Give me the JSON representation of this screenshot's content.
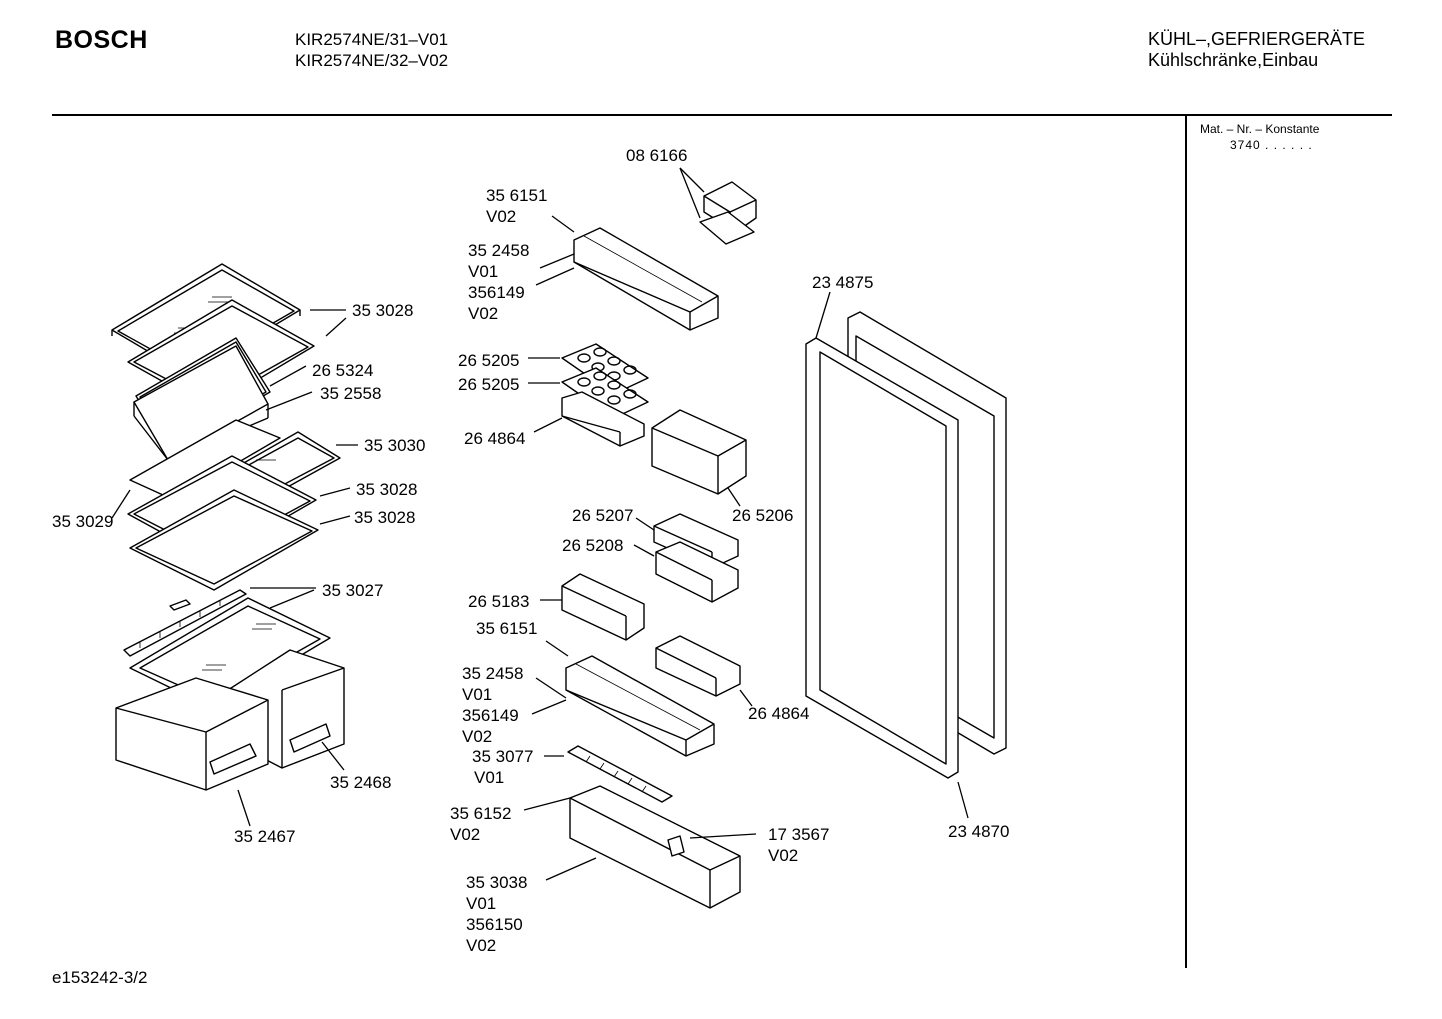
{
  "header": {
    "brand": "BOSCH",
    "model_1": "KIR2574NE/31–V01",
    "model_2": "KIR2574NE/32–V02",
    "category_1": "KÜHL–,GEFRIERGERÄTE",
    "category_2": "Kühlschränke,Einbau"
  },
  "sidebar": {
    "mat_label": "Mat. – Nr. – Konstante",
    "mat_value": "3740  .  .    .  .  .  ."
  },
  "footer": {
    "drawing_id": "e153242-3/2"
  },
  "parts": {
    "p_086166": "08 6166",
    "p_356151_a": "35 6151",
    "p_356151_a_v": "V02",
    "p_352458_a": "35 2458",
    "p_352458_a_v1": "V01",
    "p_352458_a_alt": "356149",
    "p_352458_a_v2": "V02",
    "p_265205_a": "26 5205",
    "p_265205_b": "26 5205",
    "p_264864_a": "26 4864",
    "p_265206": "26 5206",
    "p_265207": "26 5207",
    "p_265208": "26 5208",
    "p_265183": "26 5183",
    "p_356151_b": "35 6151",
    "p_352458_b": "35 2458",
    "p_352458_b_v1": "V01",
    "p_352458_b_alt": "356149",
    "p_352458_b_v2": "V02",
    "p_264864_b": "26 4864",
    "p_353077": "35 3077",
    "p_353077_v": "V01",
    "p_356152": "35 6152",
    "p_356152_v": "V02",
    "p_173567": "17 3567",
    "p_173567_v": "V02",
    "p_353038": "35 3038",
    "p_353038_v1": "V01",
    "p_353038_alt": "356150",
    "p_353038_v2": "V02",
    "p_234875": "23 4875",
    "p_234870": "23 4870",
    "p_353028_a": "35 3028",
    "p_265324": "26 5324",
    "p_352558": "35 2558",
    "p_353030": "35 3030",
    "p_353028_b": "35 3028",
    "p_353029": "35 3029",
    "p_353028_c": "35 3028",
    "p_353027": "35 3027",
    "p_352468": "35 2468",
    "p_352467": "35 2467"
  }
}
